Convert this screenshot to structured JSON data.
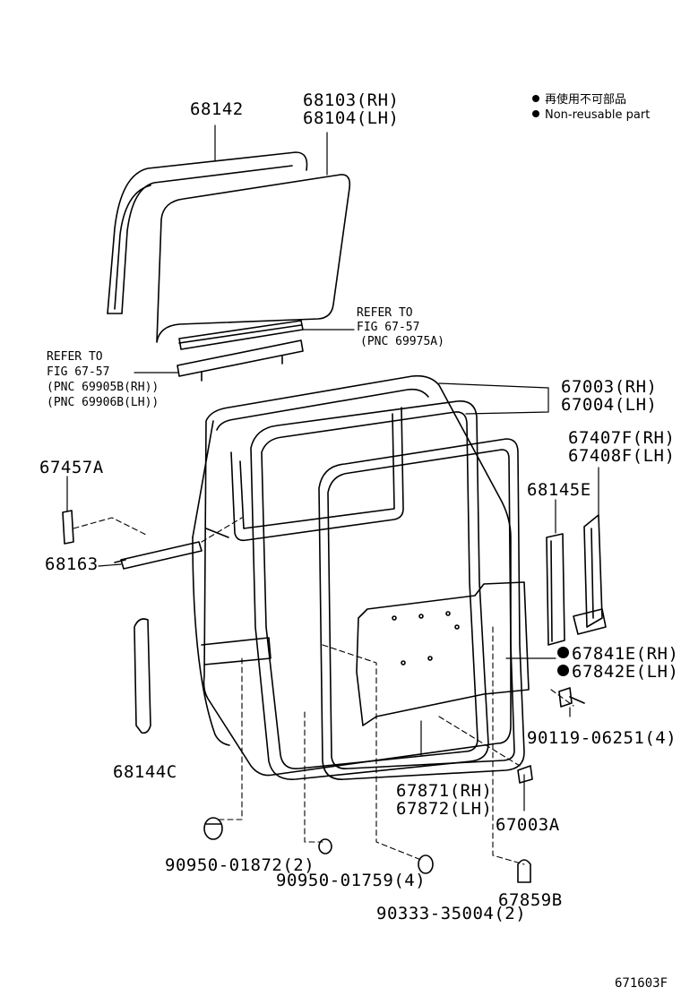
{
  "legend": {
    "line1": "再使用不可部品",
    "line2": "Non-reusable part"
  },
  "labels": {
    "p68142": "68142",
    "p68103": "68103(RH)",
    "p68104": "68104(LH)",
    "refer1_a": "REFER TO",
    "refer1_b": "FIG 67-57",
    "refer1_c": "(PNC 69975A)",
    "refer2_a": "REFER TO",
    "refer2_b": "FIG 67-57",
    "refer2_c": "(PNC 69905B(RH))",
    "refer2_d": "(PNC 69906B(LH))",
    "p67003": "67003(RH)",
    "p67004": "67004(LH)",
    "p67457A": "67457A",
    "p67407F": "67407F(RH)",
    "p67408F": "67408F(LH)",
    "p68145E": "68145E",
    "p68163": "68163",
    "p67841E": "67841E(RH)",
    "p67842E": "67842E(LH)",
    "p90119": "90119-06251(4)",
    "p68144C": "68144C",
    "p67871": "67871(RH)",
    "p67872": "67872(LH)",
    "p67003A": "67003A",
    "p90950a": "90950-01872(2)",
    "p90950b": "90950-01759(4)",
    "p67859B": "67859B",
    "p90333": "90333-35004(2)",
    "figure_id": "671603F"
  }
}
